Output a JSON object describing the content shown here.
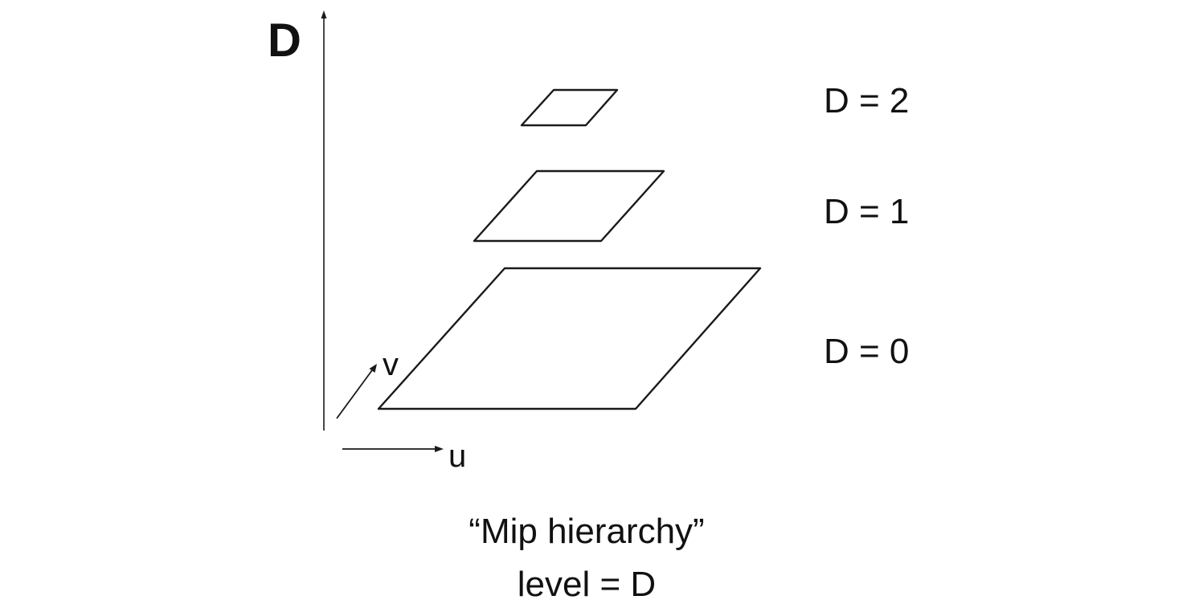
{
  "axis_title": "D",
  "levels": [
    {
      "label": "D = 2"
    },
    {
      "label": "D = 1"
    },
    {
      "label": "D = 0"
    }
  ],
  "axes": {
    "u_label": "u",
    "v_label": "v"
  },
  "caption": {
    "line1": "“Mip hierarchy”",
    "line2": "level = D"
  }
}
